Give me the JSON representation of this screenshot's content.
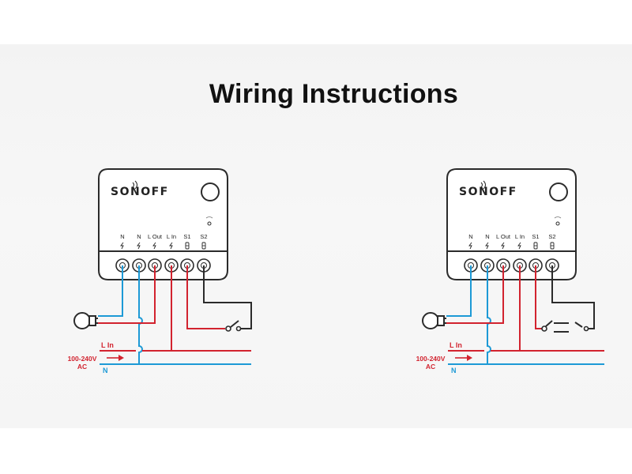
{
  "title": "Wiring Instructions",
  "colors": {
    "live": "#d2232f",
    "neutral": "#1d9ad6",
    "switch_wire": "#2b2b2b"
  },
  "diagrams": [
    {
      "brand": "SONOFF",
      "terminals": [
        "N",
        "N",
        "L Out",
        "L In",
        "S1",
        "S2"
      ],
      "supply": {
        "line_label": "L In",
        "neutral_label": "N",
        "voltage": "100-240V",
        "ac": "AC"
      },
      "switch": "single-switch"
    },
    {
      "brand": "SONOFF",
      "terminals": [
        "N",
        "N",
        "L Out",
        "L In",
        "S1",
        "S2"
      ],
      "supply": {
        "line_label": "L In",
        "neutral_label": "N",
        "voltage": "100-240V",
        "ac": "AC"
      },
      "switch": "two-way-switch"
    }
  ]
}
